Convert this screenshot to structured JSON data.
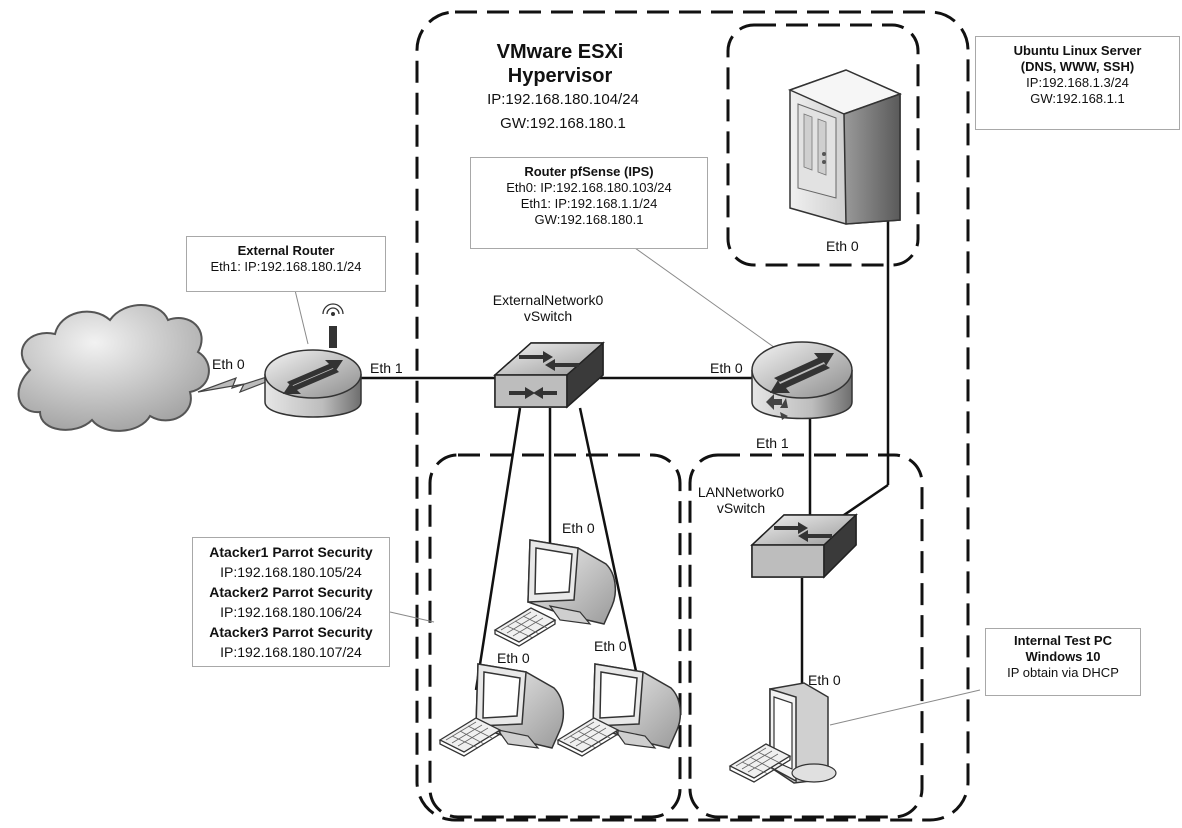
{
  "hypervisor": {
    "title_line1": "VMware ESXi",
    "title_line2": "Hypervisor",
    "ip": "IP:192.168.180.104/24",
    "gw": "GW:192.168.180.1"
  },
  "ubuntu_server": {
    "title_line1": "Ubuntu Linux Server",
    "title_line2": "(DNS, WWW, SSH)",
    "ip": "IP:192.168.1.3/24",
    "gw": "GW:192.168.1.1",
    "port": "Eth 0"
  },
  "pfsense": {
    "title": "Router pfSense (IPS)",
    "eth0": "Eth0: IP:192.168.180.103/24",
    "eth1": "Eth1: IP:192.168.1.1/24",
    "gw": "GW:192.168.180.1",
    "port_eth0": "Eth 0",
    "port_eth1": "Eth 1"
  },
  "external_router": {
    "title": "External Router",
    "eth1": "Eth1: IP:192.168.180.1/24",
    "port_eth0": "Eth 0",
    "port_eth1": "Eth 1"
  },
  "external_switch": {
    "line1": "ExternalNetwork0",
    "line2": "vSwitch"
  },
  "lan_switch": {
    "line1": "LANNetwork0",
    "line2": "vSwitch"
  },
  "attackers": {
    "a1_title": "Atacker1  Parrot Security",
    "a1_ip": "IP:192.168.180.105/24",
    "a2_title": "Atacker2  Parrot Security",
    "a2_ip": "IP:192.168.180.106/24",
    "a3_title": "Atacker3  Parrot Security",
    "a3_ip": "IP:192.168.180.107/24",
    "port_top": "Eth 0",
    "port_left": "Eth 0",
    "port_right": "Eth 0"
  },
  "internal_pc": {
    "title_line1": "Internal Test PC",
    "title_line2": "Windows 10",
    "note": "IP obtain via DHCP",
    "port": "Eth 0"
  },
  "colors": {
    "line": "#111111",
    "box_border": "#a8a8a8",
    "device_dark": "#3a3a3a",
    "device_light": "#d8d8d8"
  }
}
